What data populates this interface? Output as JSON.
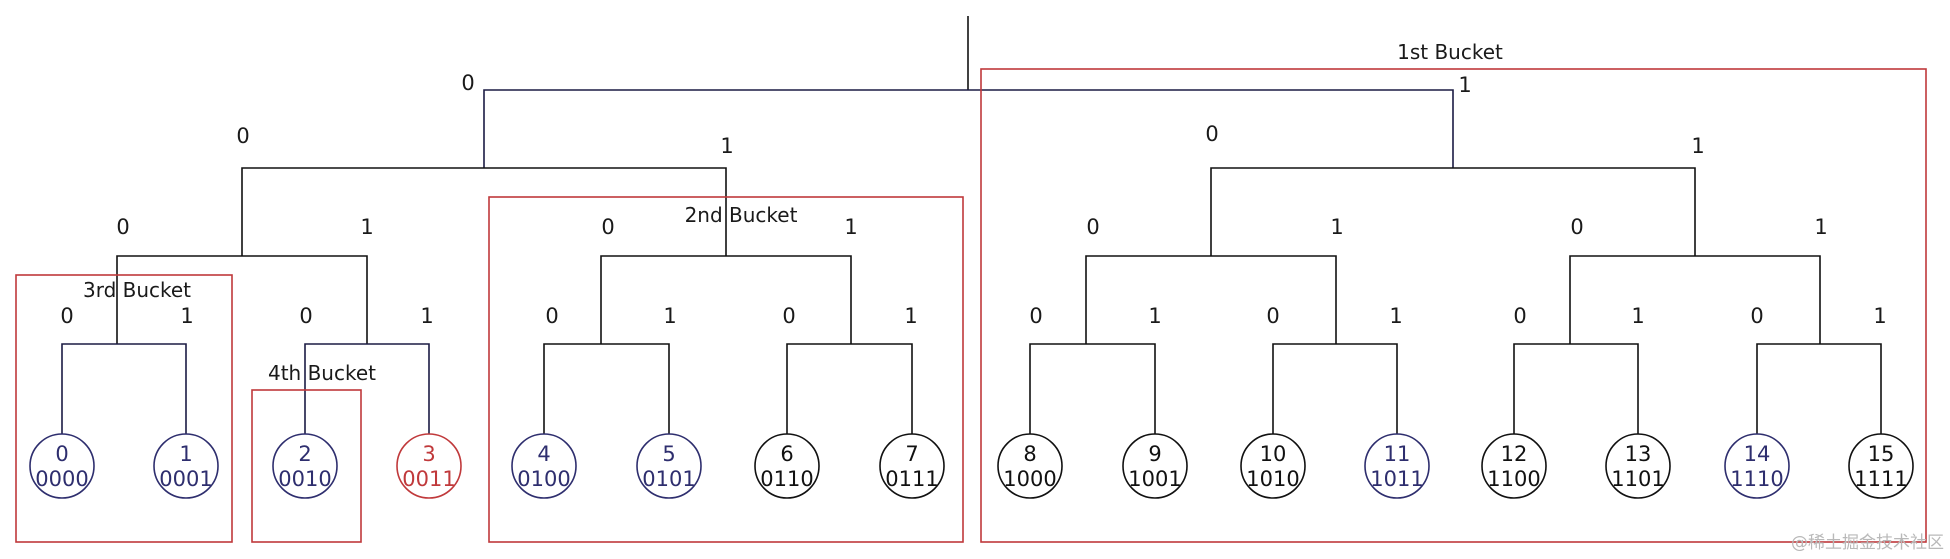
{
  "colors": {
    "line_dark": "#1c1c44",
    "line_black": "#111111",
    "bucket_red": "#c0393b",
    "node_navy": "#2e2e6e",
    "node_black": "#111111",
    "node_red": "#c0393b",
    "watermark": "#b9b9b9"
  },
  "edge_labels": {
    "root_left": "0",
    "root_right": "1",
    "d1_left_left": "0",
    "d1_left_right": "1",
    "d1_right_left": "0",
    "d1_right_right": "1",
    "d2_00_left": "0",
    "d2_00_right": "1",
    "d2_01_left": "0",
    "d2_01_right": "1",
    "d2_10_left": "0",
    "d2_10_right": "1",
    "d2_11_left": "0",
    "d2_11_right": "1",
    "leaf_edges": [
      {
        "left": "0",
        "right": "1"
      },
      {
        "left": "0",
        "right": "1"
      },
      {
        "left": "0",
        "right": "1"
      },
      {
        "left": "0",
        "right": "1"
      },
      {
        "left": "0",
        "right": "1"
      },
      {
        "left": "0",
        "right": "1"
      },
      {
        "left": "0",
        "right": "1"
      },
      {
        "left": "0",
        "right": "1"
      }
    ]
  },
  "buckets": [
    {
      "label": "1st  Bucket"
    },
    {
      "label": "2nd Bucket"
    },
    {
      "label": "3rd  Bucket"
    },
    {
      "label": "4th  Bucket"
    }
  ],
  "nodes": [
    {
      "id": "0",
      "bits": "0000",
      "color": "navy"
    },
    {
      "id": "1",
      "bits": "0001",
      "color": "navy"
    },
    {
      "id": "2",
      "bits": "0010",
      "color": "navy"
    },
    {
      "id": "3",
      "bits": "0011",
      "color": "red"
    },
    {
      "id": "4",
      "bits": "0100",
      "color": "navy"
    },
    {
      "id": "5",
      "bits": "0101",
      "color": "navy"
    },
    {
      "id": "6",
      "bits": "0110",
      "color": "black"
    },
    {
      "id": "7",
      "bits": "0111",
      "color": "black"
    },
    {
      "id": "8",
      "bits": "1000",
      "color": "black"
    },
    {
      "id": "9",
      "bits": "1001",
      "color": "black"
    },
    {
      "id": "10",
      "bits": "1010",
      "color": "black"
    },
    {
      "id": "11",
      "bits": "1011",
      "color": "navy"
    },
    {
      "id": "12",
      "bits": "1100",
      "color": "black"
    },
    {
      "id": "13",
      "bits": "1101",
      "color": "black"
    },
    {
      "id": "14",
      "bits": "1110",
      "color": "navy"
    },
    {
      "id": "15",
      "bits": "1111",
      "color": "black"
    }
  ],
  "watermark": "@稀土掘金技术社区"
}
